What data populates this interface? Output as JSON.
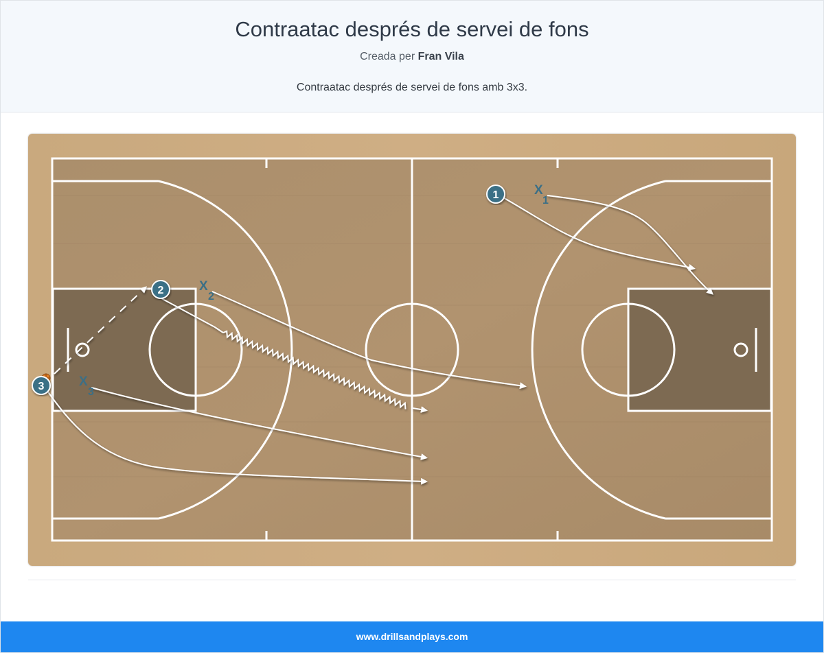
{
  "header": {
    "title": "Contraatac després de servei de fons",
    "author_prefix": "Creada per",
    "author_name": "Fran Vila",
    "description": "Contraatac després de servei de fons amb 3x3."
  },
  "diagram": {
    "players": [
      {
        "label": "1"
      },
      {
        "label": "2"
      },
      {
        "label": "3"
      }
    ],
    "defenders": [
      {
        "label": "X",
        "sub": "1"
      },
      {
        "label": "X",
        "sub": "2"
      },
      {
        "label": "X",
        "sub": "3"
      }
    ]
  },
  "footer": {
    "site": "www.drillsandplays.com"
  }
}
